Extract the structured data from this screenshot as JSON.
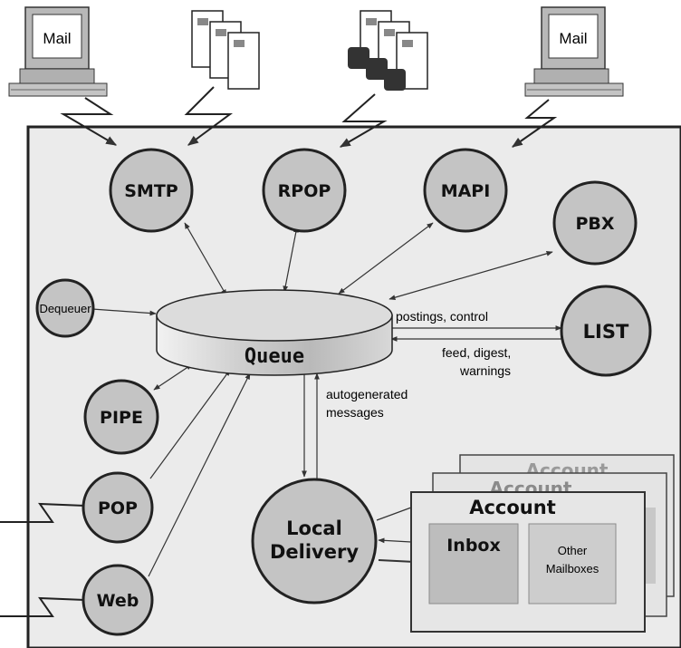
{
  "nodes": {
    "smtp": "SMTP",
    "rpop": "RPOP",
    "mapi": "MAPI",
    "pbx": "PBX",
    "list": "LIST",
    "dequeuer": "Dequeuer",
    "pipe": "PIPE",
    "pop": "POP",
    "web": "Web",
    "local_delivery_line1": "Local",
    "local_delivery_line2": "Delivery",
    "queue": "Queue"
  },
  "computers": {
    "left_screen": "Mail",
    "right_screen": "Mail"
  },
  "edge_labels": {
    "postings_control": "postings, control",
    "feed_line1": "feed, digest,",
    "feed_line2": "warnings",
    "autogen_line1": "autogenerated",
    "autogen_line2": "messages"
  },
  "account": {
    "back_title_2": "Account",
    "back_title_1": "Account",
    "front_title": "Account",
    "inbox": "Inbox",
    "other_line1": "Other",
    "other_line2": "Mailboxes",
    "peek_fragment": "s"
  },
  "colors": {
    "node_fill": "#c4c4c4",
    "panel_fill": "#ebebeb",
    "queue_fill": "#d6d6d6",
    "account_fill": "#e2e2e2",
    "inbox_fill": "#bdbdbd"
  }
}
